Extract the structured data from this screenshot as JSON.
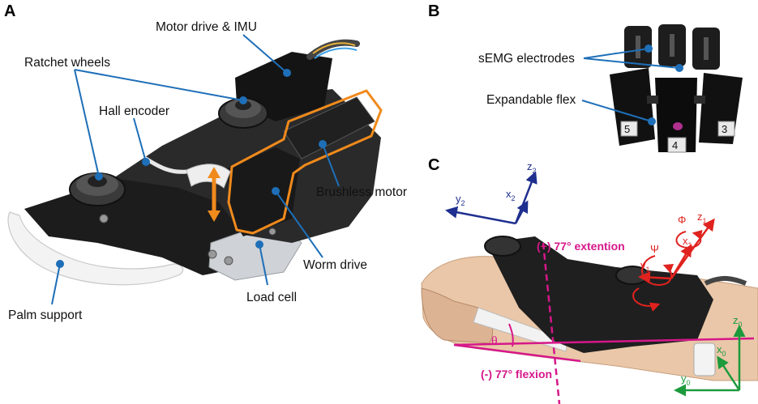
{
  "panels": {
    "a": {
      "letter": "A",
      "labels": {
        "motor_drive_imu": "Motor drive & IMU",
        "ratchet_wheels": "Ratchet wheels",
        "hall_encoder": "Hall encoder",
        "brushless_motor": "Brushless motor",
        "worm_drive": "Worm drive",
        "load_cell": "Load cell",
        "palm_support": "Palm support"
      }
    },
    "b": {
      "letter": "B",
      "labels": {
        "semg_electrodes": "sEMG electrodes",
        "expandable_flex": "Expandable flex"
      },
      "pod_numbers": [
        "5",
        "4",
        "3"
      ]
    },
    "c": {
      "letter": "C",
      "annotations": {
        "extension": "(+) 77° extention",
        "flexion": "(-) 77° flexion",
        "theta": "θ"
      },
      "axes": {
        "frame2": {
          "z": "z",
          "x": "x",
          "y": "y",
          "sub": "2"
        },
        "frame1": {
          "z": "z",
          "x": "x",
          "y": "y",
          "sub": "1",
          "phi": "Φ",
          "psi": "Ψ"
        },
        "frame0": {
          "z": "z",
          "x": "x",
          "y": "y",
          "sub": "0"
        }
      }
    }
  },
  "colors": {
    "leader": "#1e6fb8",
    "outline_orange": "#f08a1c",
    "frame2": "#1f2f8f",
    "frame1": "#e0221f",
    "frame0": "#1c9a3c",
    "annotation": "#d6178a"
  }
}
